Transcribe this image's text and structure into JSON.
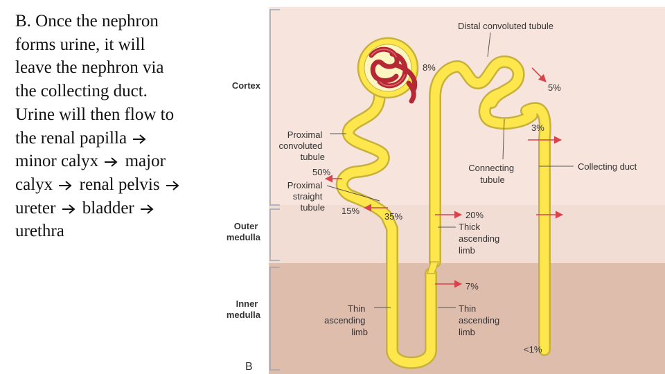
{
  "slide_text": {
    "lines": [
      "B. Once the nephron",
      "forms urine, it will",
      "leave the nephron via",
      "the collecting duct.",
      "Urine will then flow to",
      "the renal papilla",
      "minor calyx",
      "major",
      "calyx",
      "renal pelvis",
      "ureter",
      "bladder",
      "urethra"
    ]
  },
  "diagram": {
    "zones": {
      "cortex": "Cortex",
      "outer_medulla": [
        "Outer",
        "medulla"
      ],
      "inner_medulla": [
        "Inner",
        "medulla"
      ]
    },
    "labels": {
      "distal": "Distal convoluted tubule",
      "proximal_convoluted": [
        "Proximal",
        "convoluted",
        "tubule"
      ],
      "proximal_straight": [
        "Proximal",
        "straight",
        "tubule"
      ],
      "connecting": [
        "Connecting",
        "tubule"
      ],
      "collecting": "Collecting duct",
      "thick_ascending": [
        "Thick",
        "ascending",
        "limb"
      ],
      "thin_ascending_left": [
        "Thin",
        "ascending",
        "limb"
      ],
      "thin_ascending_right": [
        "Thin",
        "ascending",
        "limb"
      ],
      "panel_letter": "B"
    },
    "percentages": {
      "glomerulus": "8%",
      "distal": "5%",
      "connecting": "3%",
      "proximal_convoluted": "50%",
      "proximal_straight": "15%",
      "loop_descending": "35%",
      "thick_ascending": "20%",
      "thin_ascending": "7%",
      "collecting_duct_end": "<1%"
    },
    "colors": {
      "cortex_bg": "#f7e4dc",
      "outer_medulla_bg": "#f2ddd4",
      "inner_medulla_bg": "#dfbdad",
      "tubule_fill": "#fde74c",
      "tubule_edge": "#c8b13a",
      "glomerulus": "#b52834",
      "arrow": "#d9434c"
    }
  }
}
